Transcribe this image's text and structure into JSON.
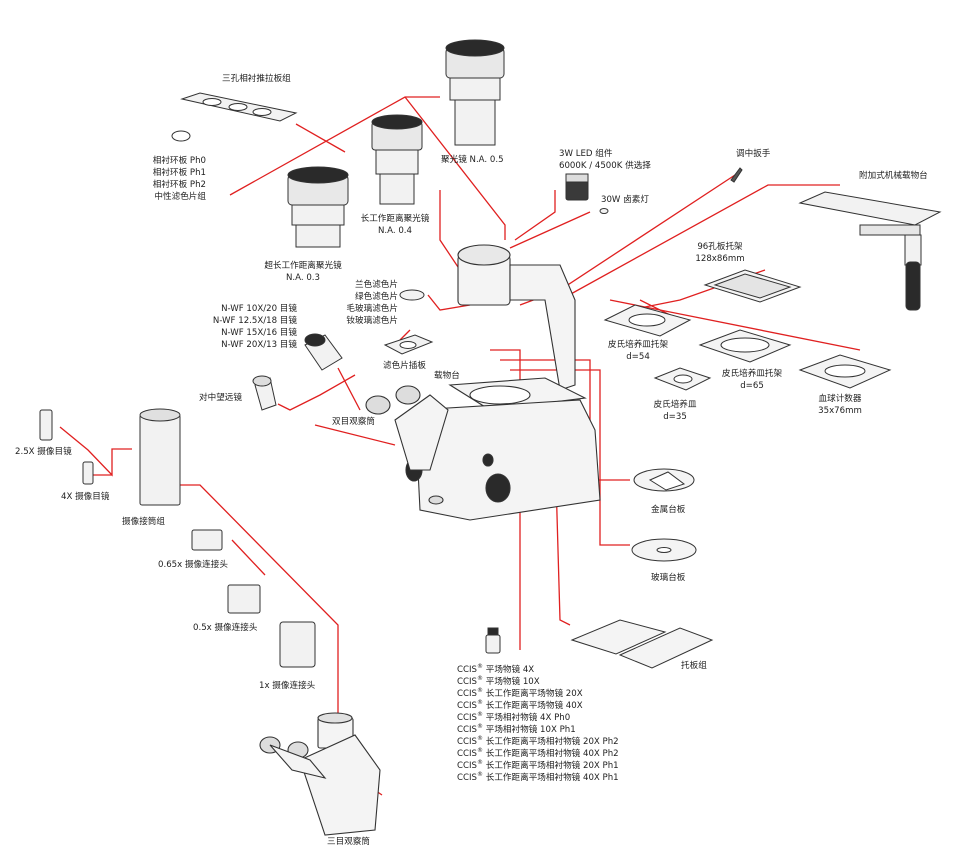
{
  "labels": {
    "slider_group": "三孔相衬推拉板组",
    "phase_ring_list": [
      "相衬环板 Ph0",
      "相衬环板 Ph1",
      "相衬环板 Ph2",
      "中性滤色片组"
    ],
    "condenser_05": "聚光镜 N.A. 0.5",
    "condenser_lwd_title": "长工作距离聚光镜",
    "condenser_lwd_na": "N.A. 0.4",
    "condenser_ulwd_title": "超长工作距离聚光镜",
    "condenser_ulwd_na": "N.A. 0.3",
    "led_title": "3W LED 组件",
    "led_sub": "6000K / 4500K 供选择",
    "halogen": "30W 卤素灯",
    "adjust_wrench": "调中扳手",
    "mech_stage": "附加式机械载物台",
    "plate_holder_title": "96孔板托架",
    "plate_holder_size": "128x86mm",
    "filter_list": [
      "兰色滤色片",
      "绿色滤色片",
      "毛玻璃滤色片",
      "钕玻璃滤色片"
    ],
    "filter_slider": "滤色片插板",
    "eyepiece_list": [
      "N-WF 10X/20 目镜",
      "N-WF 12.5X/18 目镜",
      "N-WF 15X/16 目镜",
      "N-WF 20X/13 目镜"
    ],
    "centering_telescope": "对中望远镜",
    "stage": "载物台",
    "binocular": "双目观察筒",
    "petri54_title": "皮氏培养皿托架",
    "petri54_size": "d=54",
    "petri65_title": "皮氏培养皿托架",
    "petri65_size": "d=65",
    "petri35_title": "皮氏培养皿",
    "petri35_size": "d=35",
    "hemocytometer_title": "血球计数器",
    "hemocytometer_size": "35x76mm",
    "photo_eye_25": "2.5X 摄像目镜",
    "photo_eye_4": "4X 摄像目镜",
    "camera_tube_group": "摄像接筒组",
    "adapter_065": "0.65x 摄像连接头",
    "adapter_05": "0.5x  摄像连接头",
    "adapter_1": "1x 摄像连接头",
    "metal_plate": "金属台板",
    "glass_plate": "玻璃台板",
    "plate_group": "托板组",
    "trinocular": "三目观察筒",
    "objective_brand": "CCIS",
    "objective_reg": "®",
    "objectives": [
      "平场物镜 4X",
      "平场物镜 10X",
      "长工作距离平场物镜 20X",
      "长工作距离平场物镜 40X",
      "平场相衬物镜 4X Ph0",
      "平场相衬物镜 10X Ph1",
      "长工作距离平场相衬物镜 20X Ph2",
      "长工作距离平场相衬物镜 40X Ph2",
      "长工作距离平场相衬物镜 20X Ph1",
      "长工作距离平场相衬物镜 40X Ph1"
    ]
  },
  "colors": {
    "connector": "#e02020",
    "outline": "#333333",
    "fill_light": "#f2f2f2",
    "fill_dark": "#2a2a2a"
  }
}
